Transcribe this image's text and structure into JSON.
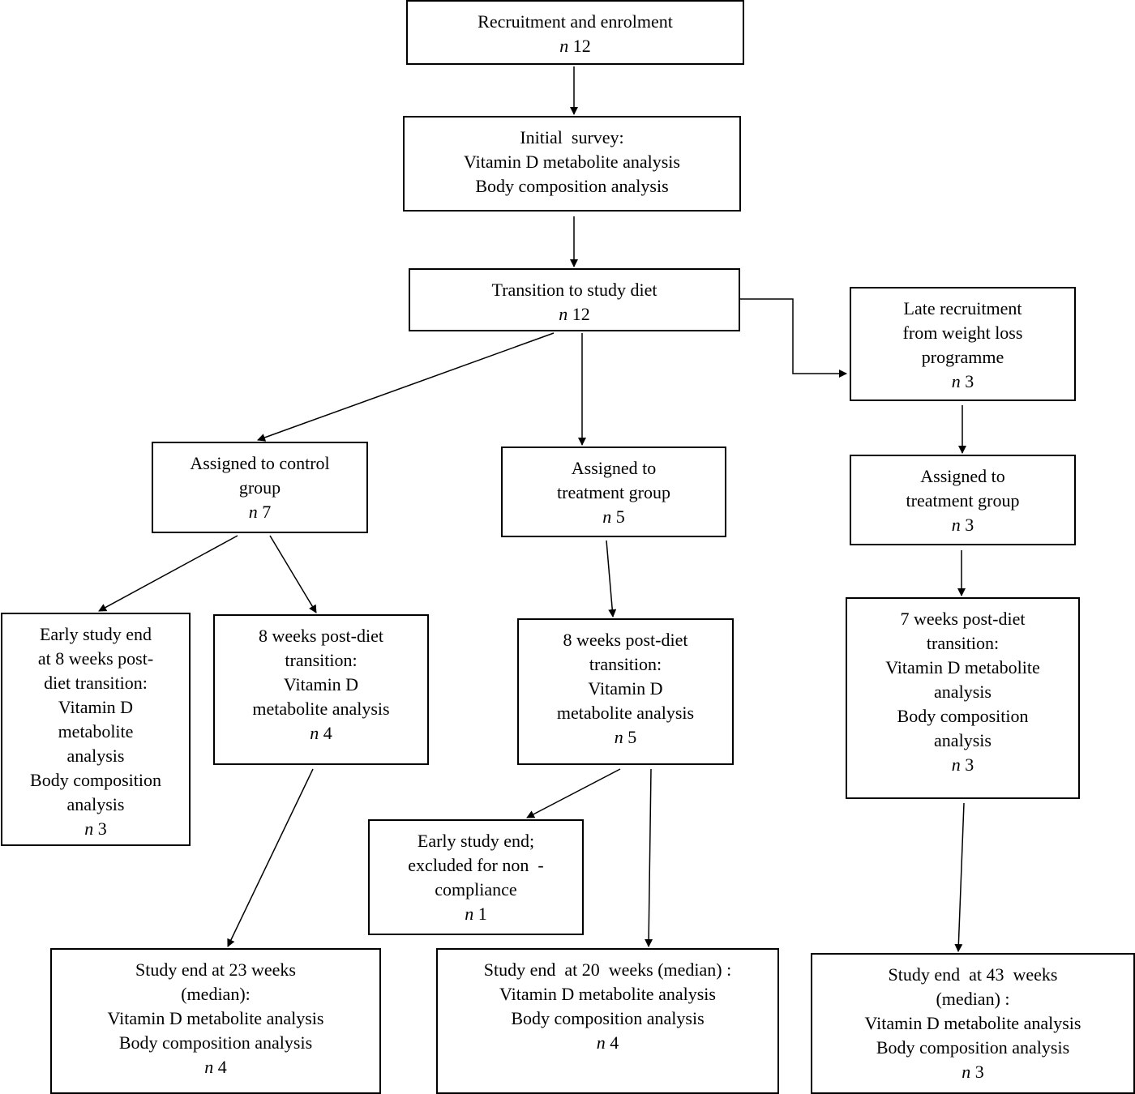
{
  "diagram": {
    "nodes": [
      {
        "id": "recruitment",
        "lines": [
          "Recruitment and enrolment"
        ],
        "n": "12"
      },
      {
        "id": "initial-survey",
        "lines": [
          "Initial  survey:",
          "Vitamin D metabolite analysis",
          "Body composition analysis"
        ]
      },
      {
        "id": "transition",
        "lines": [
          "Transition to study diet"
        ],
        "n": "12"
      },
      {
        "id": "late-recruitment",
        "lines": [
          "Late recruitment",
          "from weight loss",
          "programme"
        ],
        "n": "3"
      },
      {
        "id": "control-group",
        "lines": [
          "Assigned to control",
          "group"
        ],
        "n": "7"
      },
      {
        "id": "treatment-group",
        "lines": [
          "Assigned to",
          "treatment group"
        ],
        "n": "5"
      },
      {
        "id": "late-treatment-group",
        "lines": [
          "Assigned to",
          "treatment group"
        ],
        "n": "3"
      },
      {
        "id": "control-early-end",
        "lines": [
          "Early study end",
          "at 8 weeks post-",
          "diet transition:",
          "Vitamin D",
          "metabolite",
          "analysis",
          "Body composition",
          "analysis"
        ],
        "n": "3"
      },
      {
        "id": "control-8-weeks",
        "lines": [
          "8 weeks post-diet",
          "transition:",
          "Vitamin D",
          "metabolite analysis"
        ],
        "n": "4"
      },
      {
        "id": "treatment-8-weeks",
        "lines": [
          "8 weeks post-diet",
          "transition:",
          "Vitamin D",
          "metabolite analysis"
        ],
        "n": "5"
      },
      {
        "id": "late-7-weeks",
        "lines": [
          "7 weeks post-diet",
          "transition:",
          "Vitamin D metabolite",
          "analysis",
          "Body composition",
          "analysis"
        ],
        "n": "3"
      },
      {
        "id": "treatment-excluded",
        "lines": [
          "Early study end;",
          "excluded for non  -",
          "compliance"
        ],
        "n": "1"
      },
      {
        "id": "control-study-end",
        "lines": [
          "Study end at 23 weeks",
          "(median):",
          "Vitamin D metabolite analysis",
          "Body composition analysis"
        ],
        "n": "4"
      },
      {
        "id": "treatment-study-end",
        "lines": [
          "Study end  at 20  weeks (median) :",
          "Vitamin D metabolite analysis",
          "Body composition analysis"
        ],
        "n": "4"
      },
      {
        "id": "late-study-end",
        "lines": [
          "Study end  at 43  weeks",
          "(median) :",
          "Vitamin D metabolite analysis",
          "Body composition analysis"
        ],
        "n": "3"
      }
    ],
    "edges": [
      {
        "from": "recruitment",
        "to": "initial-survey"
      },
      {
        "from": "initial-survey",
        "to": "transition"
      },
      {
        "from": "transition",
        "to": "late-recruitment"
      },
      {
        "from": "transition",
        "to": "control-group"
      },
      {
        "from": "transition",
        "to": "treatment-group"
      },
      {
        "from": "late-recruitment",
        "to": "late-treatment-group"
      },
      {
        "from": "control-group",
        "to": "control-early-end"
      },
      {
        "from": "control-group",
        "to": "control-8-weeks"
      },
      {
        "from": "treatment-group",
        "to": "treatment-8-weeks"
      },
      {
        "from": "late-treatment-group",
        "to": "late-7-weeks"
      },
      {
        "from": "treatment-8-weeks",
        "to": "treatment-excluded"
      },
      {
        "from": "treatment-8-weeks",
        "to": "treatment-study-end"
      },
      {
        "from": "control-8-weeks",
        "to": "control-study-end"
      },
      {
        "from": "late-7-weeks",
        "to": "late-study-end"
      }
    ]
  }
}
